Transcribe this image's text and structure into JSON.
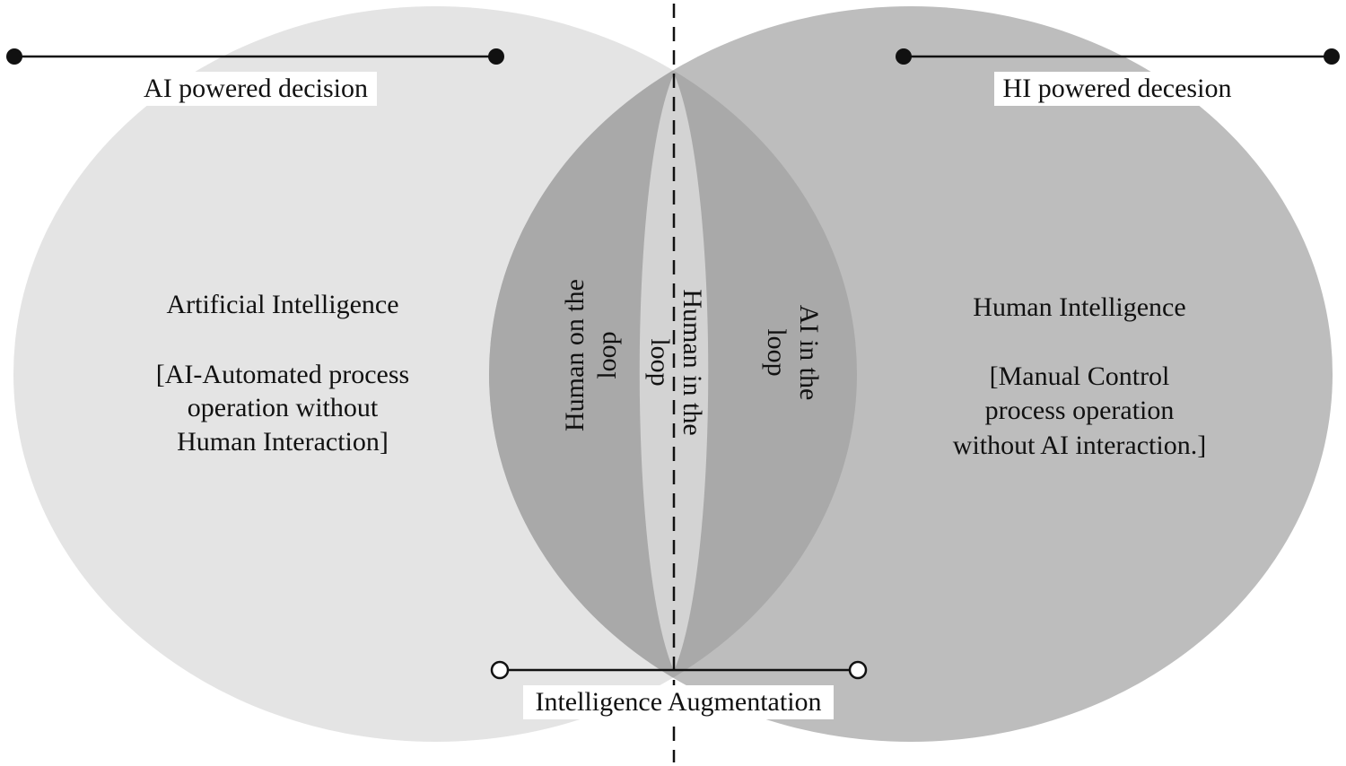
{
  "colors": {
    "background": "#ffffff",
    "left_circle": "#e4e4e4",
    "right_circle": "#bdbdbd",
    "overlap": "#a9a9a9",
    "center_lens": "#d3d3d3",
    "line": "#111111",
    "text": "#111111",
    "label_background": "#ffffff"
  },
  "top_left": {
    "label": "AI powered decision"
  },
  "top_right": {
    "label": "HI powered decesion"
  },
  "left_circle": {
    "title": "Artificial Intelligence",
    "description_lines": [
      "[AI-Automated process",
      "operation without",
      "Human Interaction]"
    ]
  },
  "right_circle": {
    "title": "Human Intelligence",
    "description_lines": [
      "[Manual Control",
      "process operation",
      "without AI interaction.]"
    ]
  },
  "overlap": {
    "human_on_the_loop": [
      "Human on the",
      "loop"
    ],
    "human_in_the_loop": [
      "Human in the",
      "loop"
    ],
    "ai_in_the_loop": [
      "AI in the",
      "loop"
    ]
  },
  "bottom": {
    "label": "Intelligence Augmentation"
  }
}
